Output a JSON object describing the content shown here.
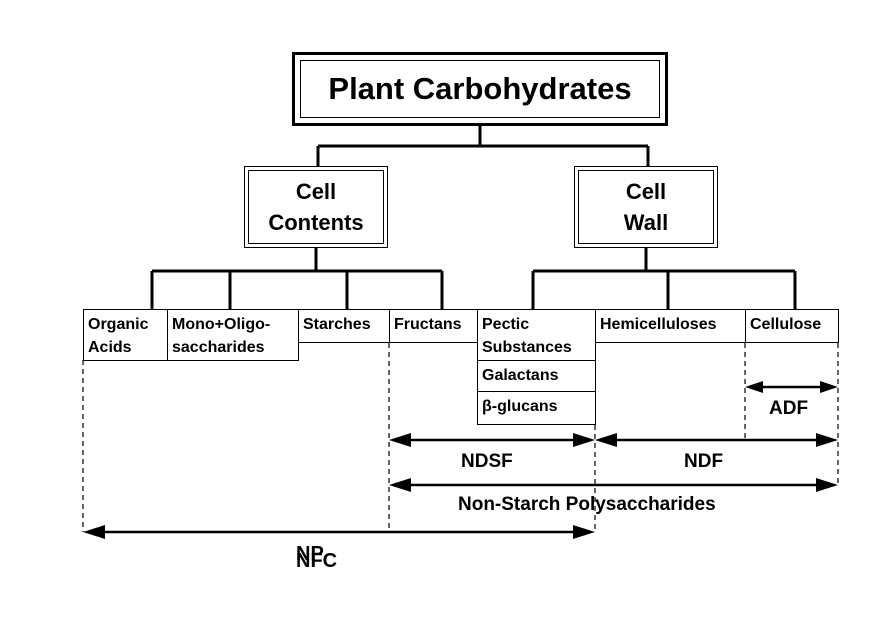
{
  "title": "Plant Carbohydrates",
  "cell_contents": [
    "Cell",
    "Contents"
  ],
  "cell_wall": [
    "Cell",
    "Wall"
  ],
  "organic_acids": [
    "Organic",
    "Acids"
  ],
  "mono_oligo": [
    "Mono+Oligo-",
    "saccharides"
  ],
  "starches": "Starches",
  "fructans": "Fructans",
  "pectic_substances": [
    "Pectic",
    "Substances"
  ],
  "galactans": "Galactans",
  "beta_glucans": "β-glucans",
  "hemicelluloses": "Hemicelluloses",
  "cellulose": "Cellulose",
  "adf": "ADF",
  "ndsf": "NDSF",
  "ndf": "NDF",
  "nsp": "Non-Starch Polysaccharides",
  "npc_a": "NP",
  "npc_b": "NFC"
}
